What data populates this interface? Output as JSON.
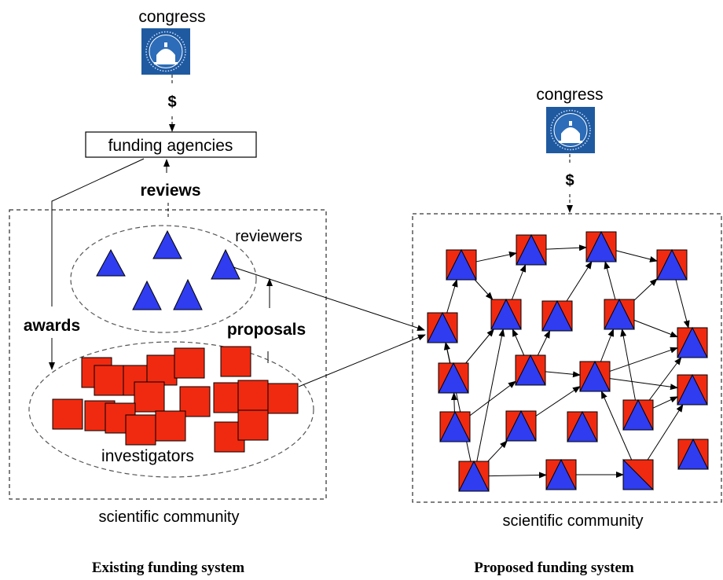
{
  "existing": {
    "congress_label": "congress",
    "dollar_label": "$",
    "agencies_label": "funding agencies",
    "reviews_label": "reviews",
    "reviewers_label": "reviewers",
    "awards_label": "awards",
    "proposals_label": "proposals",
    "investigators_label": "investigators",
    "community_label": "scientific community",
    "caption": "Existing funding system"
  },
  "proposed": {
    "congress_label": "congress",
    "dollar_label": "$",
    "community_label": "scientific community",
    "caption": "Proposed funding system"
  },
  "colors": {
    "reviewer_blue": "#2f3cf0",
    "investigator_red": "#f02a10",
    "seal_blue": "#1f5aa0",
    "ink": "#000000"
  }
}
